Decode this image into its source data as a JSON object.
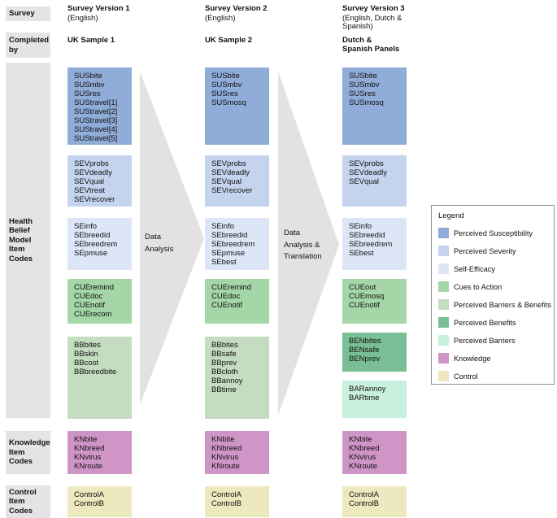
{
  "row_labels": {
    "survey": "Survey",
    "completed_by": "Completed\nby",
    "hbm": "Health\nBelief\nModel\nItem\nCodes",
    "knowledge": "Knowledge\nItem\nCodes",
    "control": "Control\nItem\nCodes"
  },
  "columns": [
    {
      "survey_title": "Survey Version 1",
      "survey_subtitle": "(English)",
      "completed_by": "UK Sample 1",
      "boxes": {
        "sus": [
          "SUSbite",
          "SUSmbv",
          "SUSres",
          "SUStravel[1]",
          "SUStravel[2]",
          "SUStravel[3]",
          "SUStravel[4]",
          "SUStravel[5]"
        ],
        "sev": [
          "SEVprobs",
          "SEVdeadly",
          "SEVqual",
          "SEVtreat",
          "SEVrecover"
        ],
        "se": [
          "SEinfo",
          "SEbreedid",
          "SEbreedrem",
          "SEpmuse"
        ],
        "cue": [
          "CUEremind",
          "CUEdoc",
          "CUEnotif",
          "CUErecom"
        ],
        "bb": [
          "BBbites",
          "BBskin",
          "BBcost",
          "BBbreedbite"
        ],
        "kn": [
          "KNbite",
          "KNbreed",
          "KNvirus",
          "KNroute"
        ],
        "ct": [
          "ControlA",
          "ControlB"
        ]
      }
    },
    {
      "survey_title": "Survey Version 2",
      "survey_subtitle": "(English)",
      "completed_by": "UK Sample 2",
      "boxes": {
        "sus": [
          "SUSbite",
          "SUSmbv",
          "SUSres",
          "SUSmosq"
        ],
        "sev": [
          "SEVprobs",
          "SEVdeadly",
          "SEVqual",
          "SEVrecover"
        ],
        "se": [
          "SEinfo",
          "SEbreedid",
          "SEbreedrem",
          "SEpmuse",
          "SEbest"
        ],
        "cue": [
          "CUEremind",
          "CUEdoc",
          "CUEnotif"
        ],
        "bb": [
          "BBbites",
          "BBsafe",
          "BBprev",
          "BBcloth",
          "BBannoy",
          "BBtime"
        ],
        "kn": [
          "KNbite",
          "KNbreed",
          "KNvirus",
          "KNroute"
        ],
        "ct": [
          "ControlA",
          "ControlB"
        ]
      }
    },
    {
      "survey_title": "Survey Version 3",
      "survey_subtitle": "(English, Dutch &\nSpanish)",
      "completed_by": "Dutch &\nSpanish Panels",
      "boxes": {
        "sus": [
          "SUSbite",
          "SUSmbv",
          "SUSres",
          "SUSmosq"
        ],
        "sev": [
          "SEVprobs",
          "SEVdeadly",
          "SEVqual"
        ],
        "se": [
          "SEinfo",
          "SEbreedid",
          "SEbreedrem",
          "SEbest"
        ],
        "cue": [
          "CUEout",
          "CUEmosq",
          "CUEnotif"
        ],
        "ben": [
          "BENbites",
          "BENsafe",
          "BENprev"
        ],
        "bar": [
          "BARannoy",
          "BARtime"
        ],
        "kn": [
          "KNbite",
          "KNbreed",
          "KNvirus",
          "KNroute"
        ],
        "ct": [
          "ControlA",
          "ControlB"
        ]
      }
    }
  ],
  "arrows": [
    {
      "label": "Data\nAnalysis"
    },
    {
      "label": "Data\nAnalysis &\nTranslation"
    }
  ],
  "legend": {
    "title": "Legend",
    "items": [
      {
        "key": "sus",
        "label": "Perceived Susceptibility"
      },
      {
        "key": "sev",
        "label": "Perceived Severity"
      },
      {
        "key": "se",
        "label": "Self-Efficacy"
      },
      {
        "key": "cue",
        "label": "Cues to Action"
      },
      {
        "key": "bb",
        "label": "Perceived Barriers & Benefits"
      },
      {
        "key": "ben",
        "label": "Perceived Benefits"
      },
      {
        "key": "bar",
        "label": "Perceived Barriers"
      },
      {
        "key": "kn",
        "label": "Knowledge"
      },
      {
        "key": "ct",
        "label": "Control"
      }
    ]
  },
  "category_colors": {
    "sus": "#90ACD8",
    "sev": "#C5D4EE",
    "se": "#DDE6F6",
    "cue": "#A5D6A7",
    "bb": "#C4DCC0",
    "ben": "#79BE94",
    "bar": "#C8F0DC",
    "kn": "#D095C7",
    "ct": "#EEE8BE"
  }
}
